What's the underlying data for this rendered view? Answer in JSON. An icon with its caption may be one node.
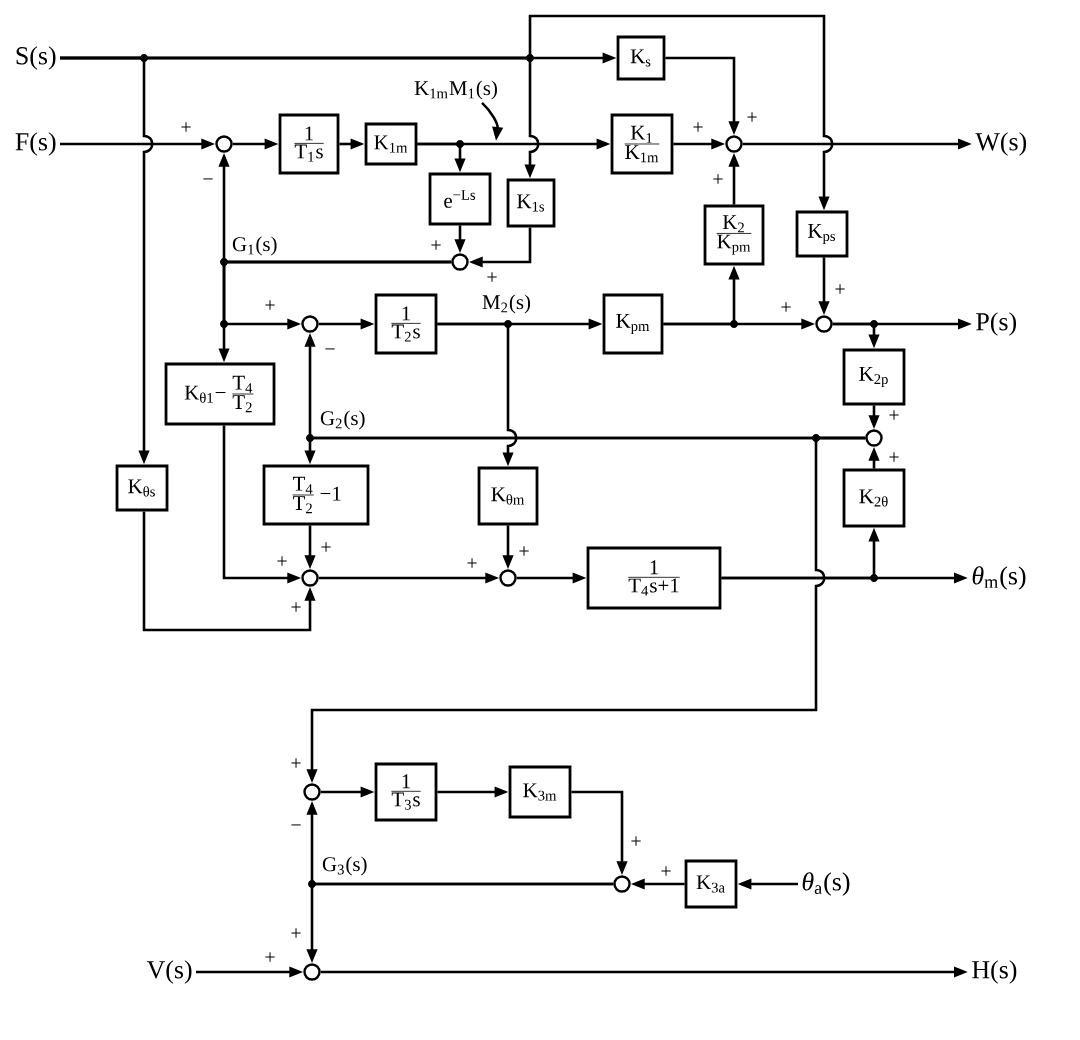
{
  "diagram": {
    "nodes": [
      {
        "text": [
          "S(s)"
        ]
      },
      {
        "text": [
          "F(s)"
        ]
      },
      {
        "text": [],
        "shape": "circle"
      },
      {
        "text": [
          "1",
          "T$_{1}$s"
        ]
      },
      {
        "text": [
          "K$_{1m}$"
        ]
      },
      {
        "text": [
          "e$^{−Ls}$"
        ]
      },
      {
        "text": [
          "K$_{1m}$M$_{1}$(s)"
        ]
      },
      {
        "text": [
          "K$_{1s}$"
        ]
      },
      {
        "text": [
          "K$_{s}$"
        ]
      },
      {
        "text": [
          "K$_{1}$",
          "K$_{1m}$"
        ]
      },
      {
        "text": [],
        "shape": "circle"
      },
      {
        "text": [
          "W(s)"
        ]
      },
      {
        "text": [
          "K$_{2}$",
          "K$_{pm}$"
        ]
      },
      {
        "text": [
          "K$_{ps}$"
        ]
      },
      {
        "text": [],
        "shape": "circle"
      },
      {
        "text": [],
        "shape": "circle"
      },
      {
        "text": [
          "1",
          "T$_{2}$s"
        ]
      },
      {
        "text": [
          "K$_{pm}$"
        ]
      },
      {
        "text": [],
        "shape": "circle"
      },
      {
        "text": [
          "P(s)"
        ]
      },
      {
        "text": [
          "K$_{θ1}$−",
          "T$_{4}$",
          "T$_{2}$"
        ]
      },
      {
        "text": [
          "K$_{2p}$"
        ]
      },
      {
        "text": [],
        "shape": "circle"
      },
      {
        "text": [
          "T$_{4}$",
          "T$_{2}$",
          "−1"
        ]
      },
      {
        "text": [
          "K$_{θm}$"
        ]
      },
      {
        "text": [
          "K$_{θs}$"
        ]
      },
      {
        "text": [
          "K$_{2θ}$"
        ]
      },
      {
        "text": [],
        "shape": "circle"
      },
      {
        "text": [],
        "shape": "circle"
      },
      {
        "text": [
          "1",
          "T$_{4}$s+1"
        ]
      },
      {
        "text": [
          "*θ*$_{m}$(s)"
        ]
      },
      {
        "text": [],
        "shape": "circle"
      },
      {
        "text": [
          "1",
          "T$_{3}$s"
        ]
      },
      {
        "text": [
          "K$_{3m}$"
        ]
      },
      {
        "text": [],
        "shape": "circle"
      },
      {
        "text": [
          "K$_{3a}$"
        ]
      },
      {
        "text": [
          "*θ*$_{a}$(s)"
        ]
      },
      {
        "text": [
          "V(s)"
        ]
      },
      {
        "text": [],
        "shape": "circle"
      },
      {
        "text": [
          "H(s)"
        ]
      }
    ],
    "edges": [
      {
        "from": 0,
        "to": 25,
        "arrow": "to"
      },
      {
        "from": 0,
        "to": 8,
        "arrow": "to"
      },
      {
        "from": 0,
        "to": 7,
        "arrow": "to"
      },
      {
        "from": 0,
        "to": 13,
        "arrow": "to"
      },
      {
        "from": 1,
        "to": 2,
        "arrow": "to"
      },
      {
        "from": 2,
        "to": 3,
        "arrow": "to"
      },
      {
        "from": 3,
        "to": 4,
        "arrow": "to"
      },
      {
        "from": 4,
        "to": 5,
        "arrow": "to"
      },
      {
        "from": 4,
        "to": 9,
        "arrow": "to"
      },
      {
        "from": 6,
        "to": null,
        "arrow": "to"
      },
      {
        "from": 7,
        "to": 14,
        "arrow": "to"
      },
      {
        "from": 5,
        "to": 14,
        "arrow": "to"
      },
      {
        "from": 8,
        "to": 10,
        "arrow": "to"
      },
      {
        "from": 9,
        "to": 10,
        "arrow": "to"
      },
      {
        "from": 12,
        "to": 10,
        "arrow": "to"
      },
      {
        "from": 10,
        "to": 11,
        "arrow": "to"
      },
      {
        "from": 14,
        "to": 2,
        "arrow": "to"
      },
      {
        "from": 14,
        "to": 15,
        "arrow": "to"
      },
      {
        "from": 14,
        "to": 20,
        "arrow": "to"
      },
      {
        "from": 13,
        "to": 18,
        "arrow": "to"
      },
      {
        "from": 15,
        "to": 16,
        "arrow": "to"
      },
      {
        "from": 16,
        "to": 17,
        "arrow": "to"
      },
      {
        "from": 16,
        "to": 24,
        "arrow": "to"
      },
      {
        "from": 17,
        "to": 12,
        "arrow": "to"
      },
      {
        "from": 17,
        "to": 18,
        "arrow": "to"
      },
      {
        "from": 18,
        "to": 19,
        "arrow": "to"
      },
      {
        "from": 18,
        "to": 21,
        "arrow": "to"
      },
      {
        "from": 20,
        "to": 27,
        "arrow": "to"
      },
      {
        "from": 21,
        "to": 22,
        "arrow": "to"
      },
      {
        "from": 22,
        "to": 15,
        "arrow": "to"
      },
      {
        "from": 22,
        "to": 23,
        "arrow": "to"
      },
      {
        "from": 22,
        "to": 31,
        "arrow": "to"
      },
      {
        "from": 23,
        "to": 27,
        "arrow": "to"
      },
      {
        "from": 24,
        "to": 28,
        "arrow": "to"
      },
      {
        "from": 25,
        "to": 27,
        "arrow": "to"
      },
      {
        "from": 26,
        "to": 22,
        "arrow": "to"
      },
      {
        "from": 27,
        "to": 28,
        "arrow": "to"
      },
      {
        "from": 28,
        "to": 29,
        "arrow": "to"
      },
      {
        "from": 29,
        "to": 30,
        "arrow": "to"
      },
      {
        "from": 29,
        "to": 26,
        "arrow": "to"
      },
      {
        "from": 31,
        "to": 32,
        "arrow": "to"
      },
      {
        "from": 32,
        "to": 33,
        "arrow": "to"
      },
      {
        "from": 33,
        "to": 34,
        "arrow": "to"
      },
      {
        "from": 34,
        "to": 31,
        "arrow": "to"
      },
      {
        "from": 34,
        "to": 38,
        "arrow": "to"
      },
      {
        "from": 35,
        "to": 34,
        "arrow": "to"
      },
      {
        "from": 36,
        "to": 35,
        "arrow": "to"
      },
      {
        "from": 37,
        "to": 38,
        "arrow": "to"
      },
      {
        "from": 38,
        "to": 39,
        "arrow": "to"
      }
    ],
    "labels": [
      "+",
      "−",
      "+",
      "+",
      "+",
      "G$_{1}$(s)",
      "+",
      "+",
      "+",
      "−",
      "M$_{2}$(s)",
      "+",
      "+",
      "G$_{2}$(s)",
      "+",
      "+",
      "+",
      "+",
      "+",
      "+",
      "+",
      "+",
      "−",
      "G$_{3}$(s)",
      "+",
      "+",
      "+",
      "+"
    ]
  }
}
